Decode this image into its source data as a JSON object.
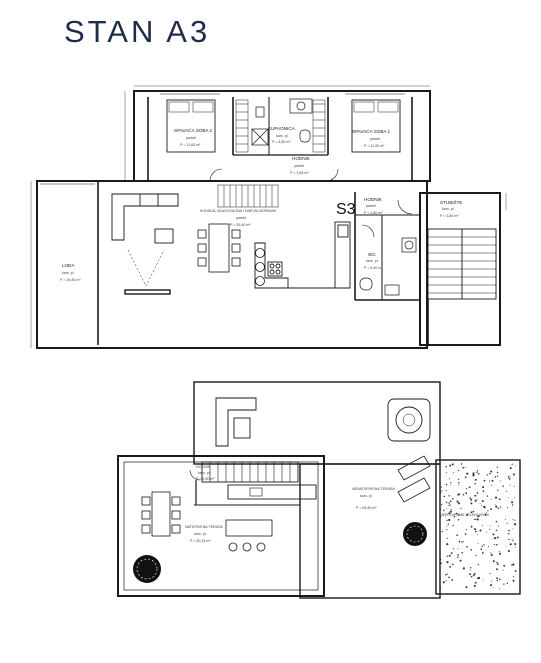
{
  "title": "STAN A3",
  "section_mark": "S3",
  "upper_floor": {
    "rooms": [
      {
        "id": "bedroom2",
        "name": "SPAVAĆA SOBA 2",
        "floor": "parket",
        "area": "P = 11,65 m²"
      },
      {
        "id": "bathroom",
        "name": "KUPAONICA",
        "floor": "kam. pl.",
        "area": "P = 4,80 m²"
      },
      {
        "id": "bedroom1",
        "name": "SPAVAĆA SOBA 1",
        "floor": "parket",
        "area": "P = 11,05 m²"
      },
      {
        "id": "hall1",
        "name": "HODNIK",
        "floor": "parket",
        "area": "P = 3,85 m²"
      },
      {
        "id": "living",
        "name": "KUHINJA, BLAGOVAONA I DNEVNI BORAVAK",
        "floor": "parket",
        "area": "P = 35,40 m²"
      },
      {
        "id": "hall2",
        "name": "HODNIK",
        "floor": "parket",
        "area": "P = 4,80 m²"
      },
      {
        "id": "stairs",
        "name": "STUBIŠTE",
        "floor": "kam. pl.",
        "area": "P = 3,80 m²"
      },
      {
        "id": "wc",
        "name": "WC",
        "floor": "kam. pl.",
        "area": "P = 5,40 m²"
      },
      {
        "id": "loggia",
        "name": "LOĐA",
        "floor": "kam. pl.",
        "area": "P = 16,85 m²"
      }
    ]
  },
  "roof_floor": {
    "rooms": [
      {
        "id": "roof_hall",
        "name": "HODNIK",
        "floor": "kam. pl.",
        "area": "P = 0,80 m²"
      },
      {
        "id": "covered_terrace",
        "name": "NATKRIVENA TERASA",
        "floor": "kam. pl.",
        "area": "P = 40,24 m²"
      },
      {
        "id": "open_terrace",
        "name": "NENATKRIVENA TERASA",
        "floor": "kam. pl.",
        "area": "P = 54,80 m²"
      },
      {
        "id": "green_roof",
        "name": "NEPROHODNI ZELENI KROV",
        "floor": "",
        "area": ""
      }
    ]
  }
}
